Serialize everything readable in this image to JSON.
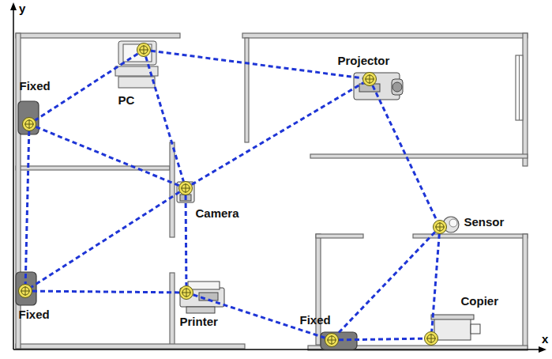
{
  "diagram": {
    "nodes": [
      {
        "text": [
          "PC"
        ]
      },
      {
        "text": [
          "Projector"
        ]
      },
      {
        "text": [
          "Fixed"
        ]
      },
      {
        "text": [
          "Camera"
        ]
      },
      {
        "text": [
          "Sensor"
        ]
      },
      {
        "text": [
          "Fixed"
        ]
      },
      {
        "text": [
          "Printer"
        ]
      },
      {
        "text": [
          "Fixed"
        ]
      },
      {
        "text": [
          "Copier"
        ]
      }
    ],
    "edges": [
      {
        "from": 0,
        "to": 1,
        "arrow": "none"
      },
      {
        "from": 0,
        "to": 2,
        "arrow": "none"
      },
      {
        "from": 0,
        "to": 3,
        "arrow": "none"
      },
      {
        "from": 2,
        "to": 3,
        "arrow": "none"
      },
      {
        "from": 2,
        "to": 5,
        "arrow": "none"
      },
      {
        "from": 3,
        "to": 1,
        "arrow": "none"
      },
      {
        "from": 3,
        "to": 6,
        "arrow": "none"
      },
      {
        "from": 3,
        "to": 5,
        "arrow": "none"
      },
      {
        "from": 5,
        "to": 6,
        "arrow": "none"
      },
      {
        "from": 1,
        "to": 4,
        "arrow": "none"
      },
      {
        "from": 4,
        "to": 7,
        "arrow": "none"
      },
      {
        "from": 4,
        "to": 8,
        "arrow": "none"
      },
      {
        "from": 7,
        "to": 8,
        "arrow": "none"
      },
      {
        "from": 6,
        "to": 7,
        "arrow": "none"
      }
    ],
    "labels": [
      "y",
      "x"
    ]
  }
}
